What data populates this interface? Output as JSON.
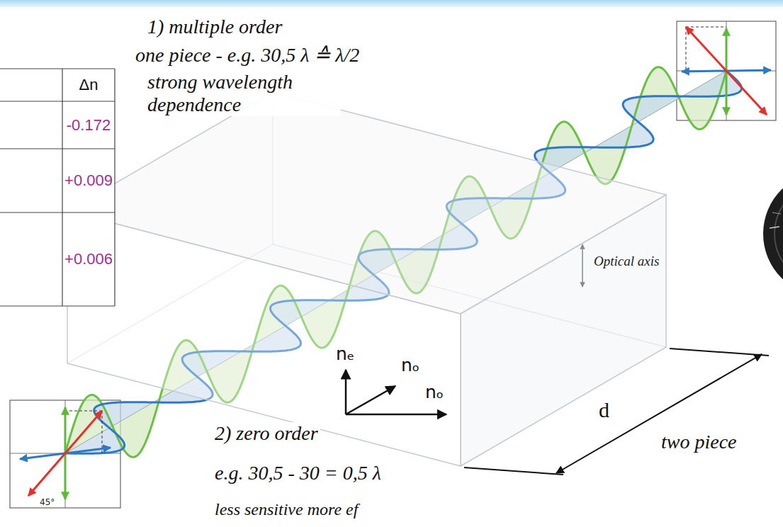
{
  "diagram": {
    "labels": [
      "Δn",
      "-0.172",
      "+0.009",
      "+0.006",
      "1) multiple order",
      "one piece - e.g. 30,5 λ ≙ λ/2",
      "strong wavelength dependence",
      "nₑ",
      "nₒ",
      "nₒ",
      "Optical axis",
      "d",
      "45°",
      "2) zero order",
      "two piece",
      "e.g. 30,5 - 30 = 0,5 λ",
      "less sensitive more ef"
    ]
  }
}
